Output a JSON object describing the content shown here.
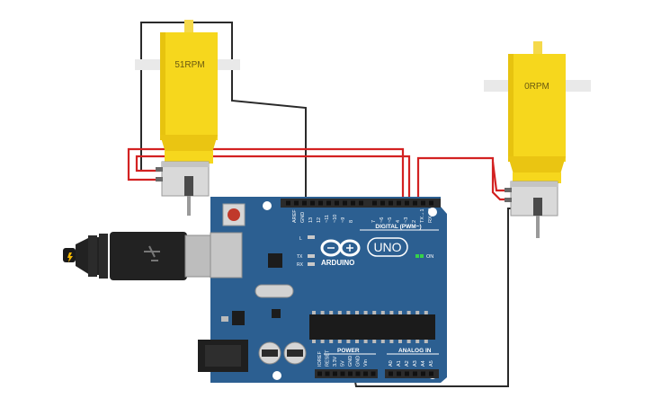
{
  "motors": [
    {
      "id": "motor-1",
      "rpm_label": "51RPM"
    },
    {
      "id": "motor-2",
      "rpm_label": "0RPM"
    }
  ],
  "board": {
    "brand": "ARDUINO",
    "model": "UNO",
    "on_label": "ON",
    "digital_label": "DIGITAL (PWM~)",
    "power_label": "POWER",
    "analog_label": "ANALOG IN",
    "led_l": "L",
    "led_tx": "TX",
    "led_rx": "RX",
    "digital_pins": [
      "AREF",
      "GND",
      "13",
      "12",
      "~11",
      "~10",
      "~9",
      "8",
      "7",
      "~6",
      "~5",
      "4",
      "~3",
      "2",
      "TX→1",
      "RX←0"
    ],
    "power_pins": [
      "IOREF",
      "RESET",
      "3.3V",
      "5V",
      "GND",
      "GND",
      "Vin"
    ],
    "analog_pins": [
      "A0",
      "A1",
      "A2",
      "A3",
      "A4",
      "A5"
    ]
  },
  "colors": {
    "board": "#2c5f91",
    "motor_yellow": "#f6d71d",
    "wire_red": "#d32222",
    "wire_black": "#2a2a2a",
    "header": "#2b2b2b",
    "on_led": "#35d24a"
  }
}
